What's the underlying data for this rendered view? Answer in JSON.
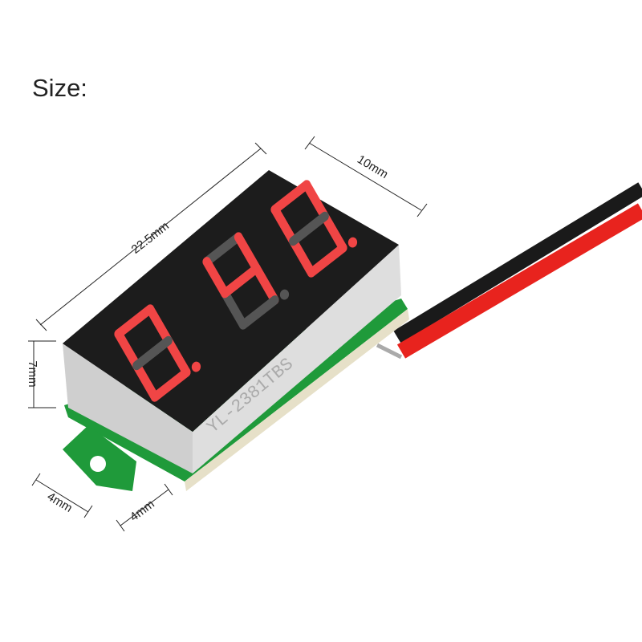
{
  "title": "Size:",
  "dimensions": {
    "length": "22.5mm",
    "width": "10mm",
    "height": "7mm",
    "tab_width": "4mm",
    "tab_depth": "4mm"
  },
  "device": {
    "display_digits": [
      "0.",
      "4",
      "0."
    ],
    "model_print": "YL-2381TBS",
    "colors": {
      "segment_on": "#f04545",
      "segment_off": "#555555",
      "face": "#1c1c1c",
      "housing": "#d8d8d8",
      "pcb": "#1f9a3a",
      "wire_red": "#e8231e",
      "wire_black": "#1a1a1a"
    }
  }
}
